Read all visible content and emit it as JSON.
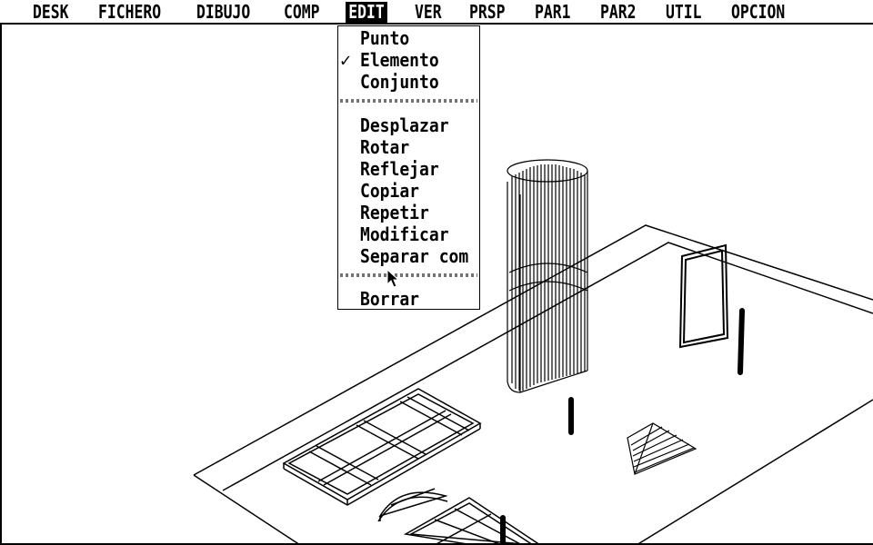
{
  "menubar": {
    "items": [
      {
        "label": "DESK"
      },
      {
        "label": "FICHERO"
      },
      {
        "label": "DIBUJO"
      },
      {
        "label": "COMP"
      },
      {
        "label": "EDIT"
      },
      {
        "label": "VER"
      },
      {
        "label": "PRSP"
      },
      {
        "label": "PAR1"
      },
      {
        "label": "PAR2"
      },
      {
        "label": "UTIL"
      },
      {
        "label": "OPCION"
      }
    ],
    "active": "EDIT"
  },
  "edit_menu": {
    "checkmark": "✓",
    "groups": [
      [
        "Punto",
        "Elemento",
        "Conjunto"
      ],
      [
        "Desplazar",
        "Rotar",
        "Reflejar",
        "Copiar",
        "Repetir",
        "Modificar",
        "Separar com"
      ],
      [
        "Borrar"
      ]
    ],
    "checked_item": "Elemento"
  },
  "icons": {
    "check": "checkmark-icon",
    "pointer": "arrow-cursor-icon"
  },
  "colors": {
    "foreground": "#000000",
    "background": "#ffffff"
  }
}
